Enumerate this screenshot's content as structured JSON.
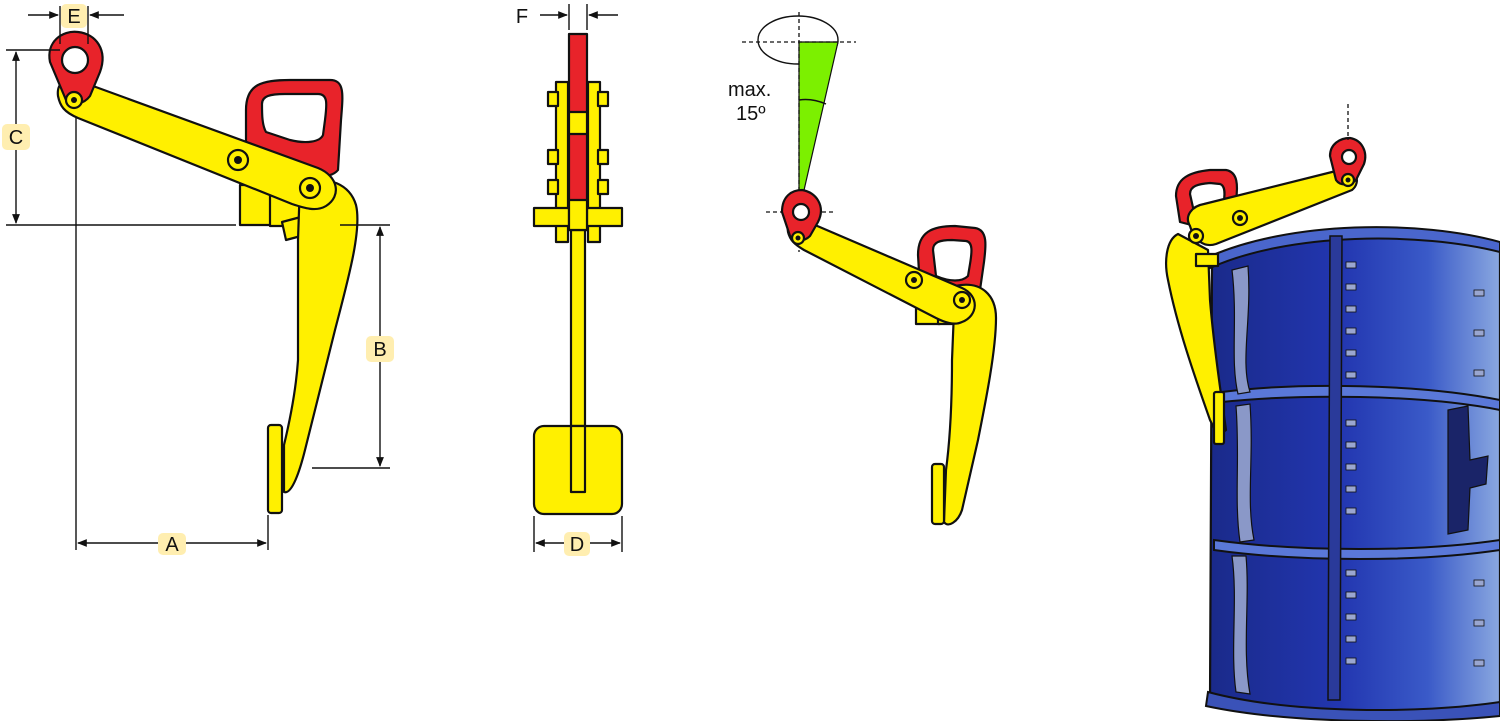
{
  "colors": {
    "clamp_body": "#fff000",
    "eye_and_handle": "#e8232a",
    "angle_sector": "#7cf000",
    "drum": "#2a3ea8",
    "label_highlight": "#ffeeb0"
  },
  "dimensions": {
    "a": "A",
    "b": "B",
    "c": "C",
    "d": "D",
    "e": "E",
    "f": "F"
  },
  "angle": {
    "line1": "max.",
    "line2": "15º"
  }
}
